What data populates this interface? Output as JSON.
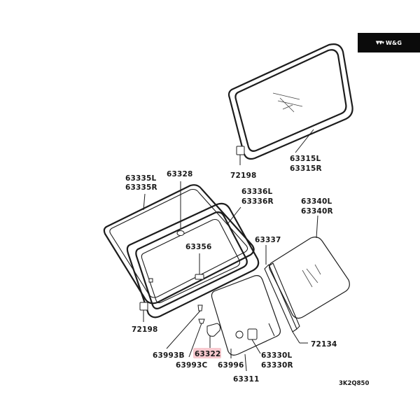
{
  "brand": {
    "text": "W&G",
    "icon": "wg-logo-icon"
  },
  "labels": {
    "p63315": [
      "63315L",
      "63315R"
    ],
    "p72198_top": "72198",
    "p63335": [
      "63335L",
      "63335R"
    ],
    "p63328": "63328",
    "p63336": [
      "63336L",
      "63336R"
    ],
    "p63340": [
      "63340L",
      "63340R"
    ],
    "p63337": "63337",
    "p63356": "63356",
    "p72198_bottom": "72198",
    "p72134": "72134",
    "p63993B": "63993B",
    "p63322": "63322",
    "p63330": [
      "63330L",
      "63330R"
    ],
    "p63993C": "63993C",
    "p63996": "63996",
    "p63311": "63311"
  },
  "diagram_ref": "3K2Q850",
  "colors": {
    "highlight": "#f7c9cf",
    "line": "#1c1c1c",
    "brand_bg": "#0b0b0b"
  }
}
